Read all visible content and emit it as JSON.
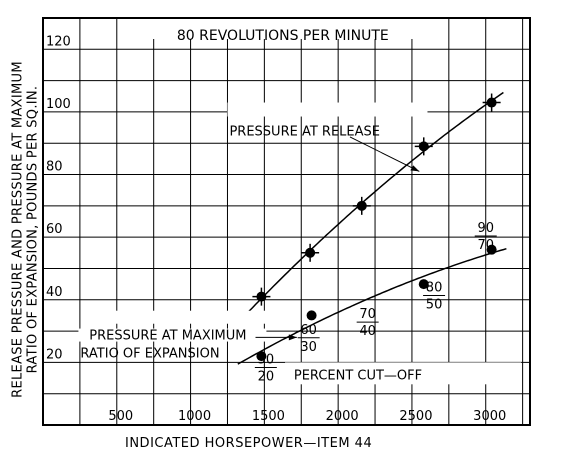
{
  "chart_data": {
    "type": "scatter",
    "title": "80 REVOLUTIONS PER MINUTE",
    "xlabel": "INDICATED HORSEPOWER—ITEM 44",
    "ylabel_line1": "RELEASE PRESSURE AND PRESSURE AT MAXIMUM",
    "ylabel_line2": "RATIO OF EXPANSION, POUNDS PER SQ.IN.",
    "xlim": [
      0,
      3300
    ],
    "ylim": [
      0,
      130
    ],
    "grid": true,
    "x_ticks": [
      "500",
      "1000",
      "1500",
      "2000",
      "2500",
      "3000"
    ],
    "y_ticks": [
      "20",
      "40",
      "60",
      "80",
      "100",
      "120"
    ],
    "series": [
      {
        "name": "PRESSURE AT RELEASE",
        "x": [
          1480,
          1810,
          2160,
          2580,
          3040
        ],
        "y": [
          41,
          55,
          70,
          89,
          103
        ]
      },
      {
        "name": "PRESSURE AT MAXIMUM RATIO OF EXPANSION",
        "x": [
          1480,
          1820,
          2580,
          3040
        ],
        "y": [
          22,
          35,
          45,
          56
        ]
      }
    ],
    "cutoff_label": "PERCENT    CUT—OFF",
    "cutoff_annotations": [
      {
        "top": "50",
        "bottom": "20"
      },
      {
        "top": "60",
        "bottom": "30"
      },
      {
        "top": "70",
        "bottom": "40"
      },
      {
        "top": "80",
        "bottom": "50"
      },
      {
        "top": "90",
        "bottom": "70"
      }
    ],
    "colors": {
      "ink": "#000000",
      "background": "#ffffff"
    }
  }
}
